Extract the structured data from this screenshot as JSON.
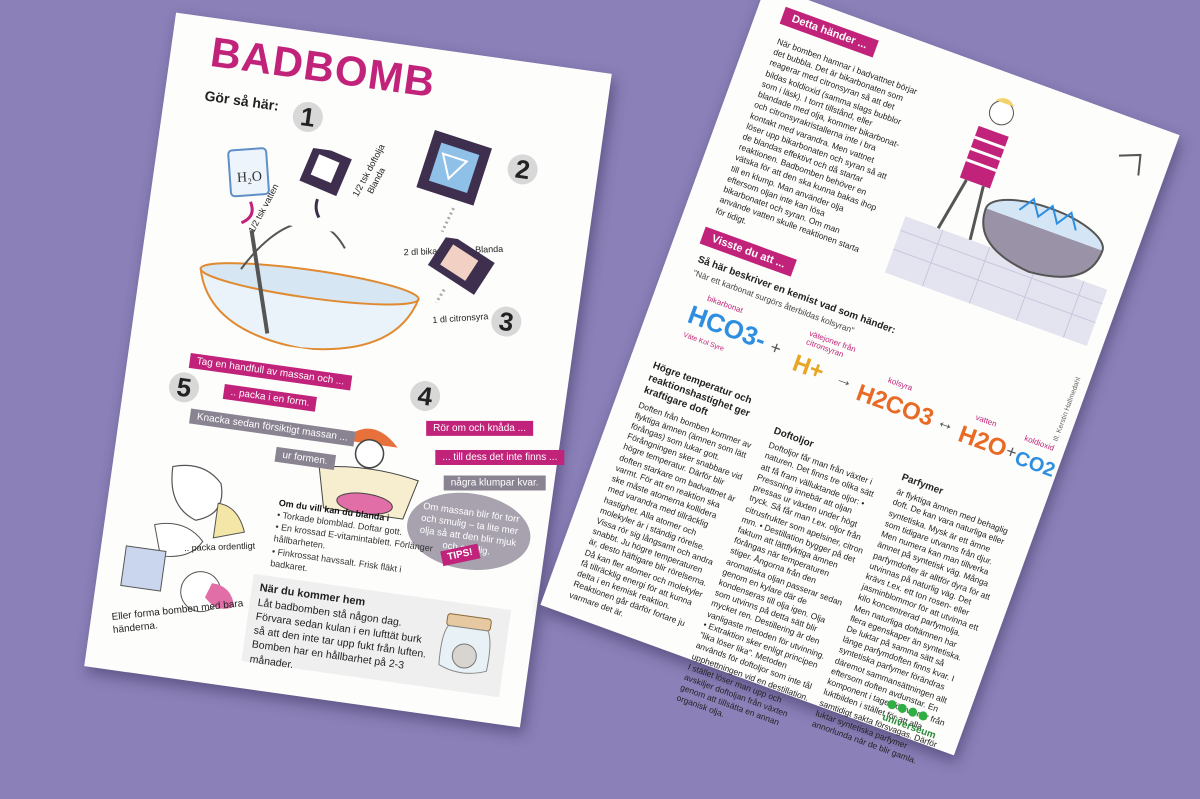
{
  "left": {
    "title": "BADBOMB",
    "subtitle": "Gör så här:",
    "steps": {
      "n1": "1",
      "n2": "2",
      "n3": "3",
      "n4": "4",
      "n5": "5",
      "water": "1/2 tsk vatten",
      "oil": "1/2 tsk doftolja",
      "blend1": "Blanda",
      "soda": "2 dl bikarbonat ... Blanda",
      "citric": "1 dl citronsyra"
    },
    "ribbons": {
      "r1": "Tag en handfull av massan och ...",
      "r2": ".. packa i en form.",
      "r3": "Knacka sedan försiktigt massan ...",
      "r4": "ur formen.",
      "r5": "Rör om och knåda ...",
      "r6": "... till dess det inte finns ...",
      "r7": "några klumpar kvar."
    },
    "bubble": "Om massan blir för torr och smulig – ta lite mer olja så att den blir mjuk och smidig.",
    "tips": {
      "heading": "Om du vill kan du blanda i",
      "items": [
        "Torkade blomblad. Doftar gott.",
        "En krossad E-vitamintablett. Förlänger hållbarheten.",
        "Finkrossat havssalt. Frisk fläkt i badkaret."
      ],
      "badge": "TIPS!"
    },
    "pack_label": ".. packa ordentligt",
    "shape_caption": "Eller forma bomben med bara händerna.",
    "home": {
      "heading": "När du kommer hem",
      "text": "Låt badbomben stå någon dag. Förvara sedan kulan i en lufttät burk så att den inte tar upp fukt från luften. Bomben har en hållbarhet på 2-3 månader."
    }
  },
  "right": {
    "happens_tag": "Detta händer ...",
    "happens_text": "När bomben hamnar i badvattnet börjar det bubbla. Det är bikarbonaten som reagerar med citronsyran så att det bildas koldioxid (samma slags bubblor som i läsk). I torrt tillstånd, eller blandade med olja, kommer bikarbonat- och citronsyrakristallerna inte i bra kontakt med varandra. Men vattnet löser upp bikarbonaten och syran så att de blandas effektivt och då startar reaktionen. Badbomben behöver en vätska för att den ska kunna bakas ihop till en klump. Man använder olja eftersom oljan inte kan lösa bikarbonatet och syran. Om man använde vatten skulle reaktionen starta för tidigt.",
    "know_tag": "Visste du att ...",
    "chem_heading": "Så här beskriver en kemist vad som händer:",
    "chem_sub": "\"När ett karbonat surgörs återbildas kolsyran\"",
    "chem": {
      "bicarb_label": "bikarbonat",
      "bicarb_formula": "HCO3-",
      "parts": "Väte Kol Syre",
      "plus1": "+",
      "h_label": "vätejoner från citronsyran",
      "h_formula": "H+",
      "arrow1": "→",
      "carbonic_label": "kolsyra",
      "carbonic_formula": "H2CO3",
      "arrow2": "↔",
      "water_label": "vatten",
      "water_formula": "H2O",
      "plus2": "+",
      "co2_label": "koldioxid",
      "co2_formula": "CO2"
    },
    "col1": {
      "heading": "Högre temperatur och reaktionshastighet ger kraftigare doft",
      "text": "Doften från bomben kommer av flyktiga ämnen (ämnen som lätt förångas) som lukar gott. Förångningen sker snabbare vid högre temperatur. Därför blir doften starkare om badvattnet är varmt. För att en reaktion ska ske måste atomerna kollidera med varandra med tillräcklig hastighet. Alla atomer och molekyler är i ständig rörelse. Vissa rör sig långsamt och andra snabbt. Ju högre temperaturen är, desto häftigare blir rörelserna. Då kan fler atomer och molekyler få tillräcklig energi för att kunna delta i en kemisk reaktion. Reaktionen går därför fortare ju varmare det är."
    },
    "col2": {
      "heading": "Doftoljor",
      "text": "Doftoljor får man från växter i naturen. Det finns tre olika sätt att få fram välluktande oljor: • Pressning innebär att oljan pressas ur växten under högt tryck. Så får man t.ex. oljor från citrusfrukter som apelsiner, citron mm. • Destillation bygger på det faktum att lättflyktiga ämnen förångas när temperaturen stiger. Ångorna från den aromatiska oljan passerar sedan genom en kylare där de kondenseras till olja igen. Olja som utvinns på detta sätt blir mycket ren. Destillering är den vanligaste metoden för utvinning. • Extraktion sker enligt principen \"lika löser lika\". Metoden används för doftoljor som inte tål upphettningen vid en destillation. I stället löser man upp och avskiljer doftoljan från växten genom att tillsätta en annan organisk olja."
    },
    "col3": {
      "heading": "Parfymer",
      "text": "är flyktiga ämnen med behaglig doft. De kan vara naturliga eller syntetiska. Mysk är ett ämne som tidigare utvanns från djur. Men numera kan man tillverka ämnet på syntetisk väg. Många parfymdofter är alltför dyra för att utvinnas på naturlig väg. Det krävs t.ex. ett ton rosen- eller jasminblommor för att utvinna ett kilo koncentrerad parfymolja. Men naturliga doftämnen har flera egenskaper än syntetiska. De luktar på samma sätt så länge parfymdoften finns kvar. I syntetiska parfymer förändras däremot sammansättningen allt eftersom doften avdunstar. En komponent i taget försvinner från luktbilden i stället för att alla samtidigt sakta försvagas. Därför luktar syntetiska parfymer annorlunda när de blir gamla."
    },
    "credit": "Ill. Kerstin Hallmedahl",
    "logo": "universeum"
  },
  "colors": {
    "background": "#8b80b8",
    "accent": "#c2237a",
    "ribbon_grey": "#8a8492"
  }
}
